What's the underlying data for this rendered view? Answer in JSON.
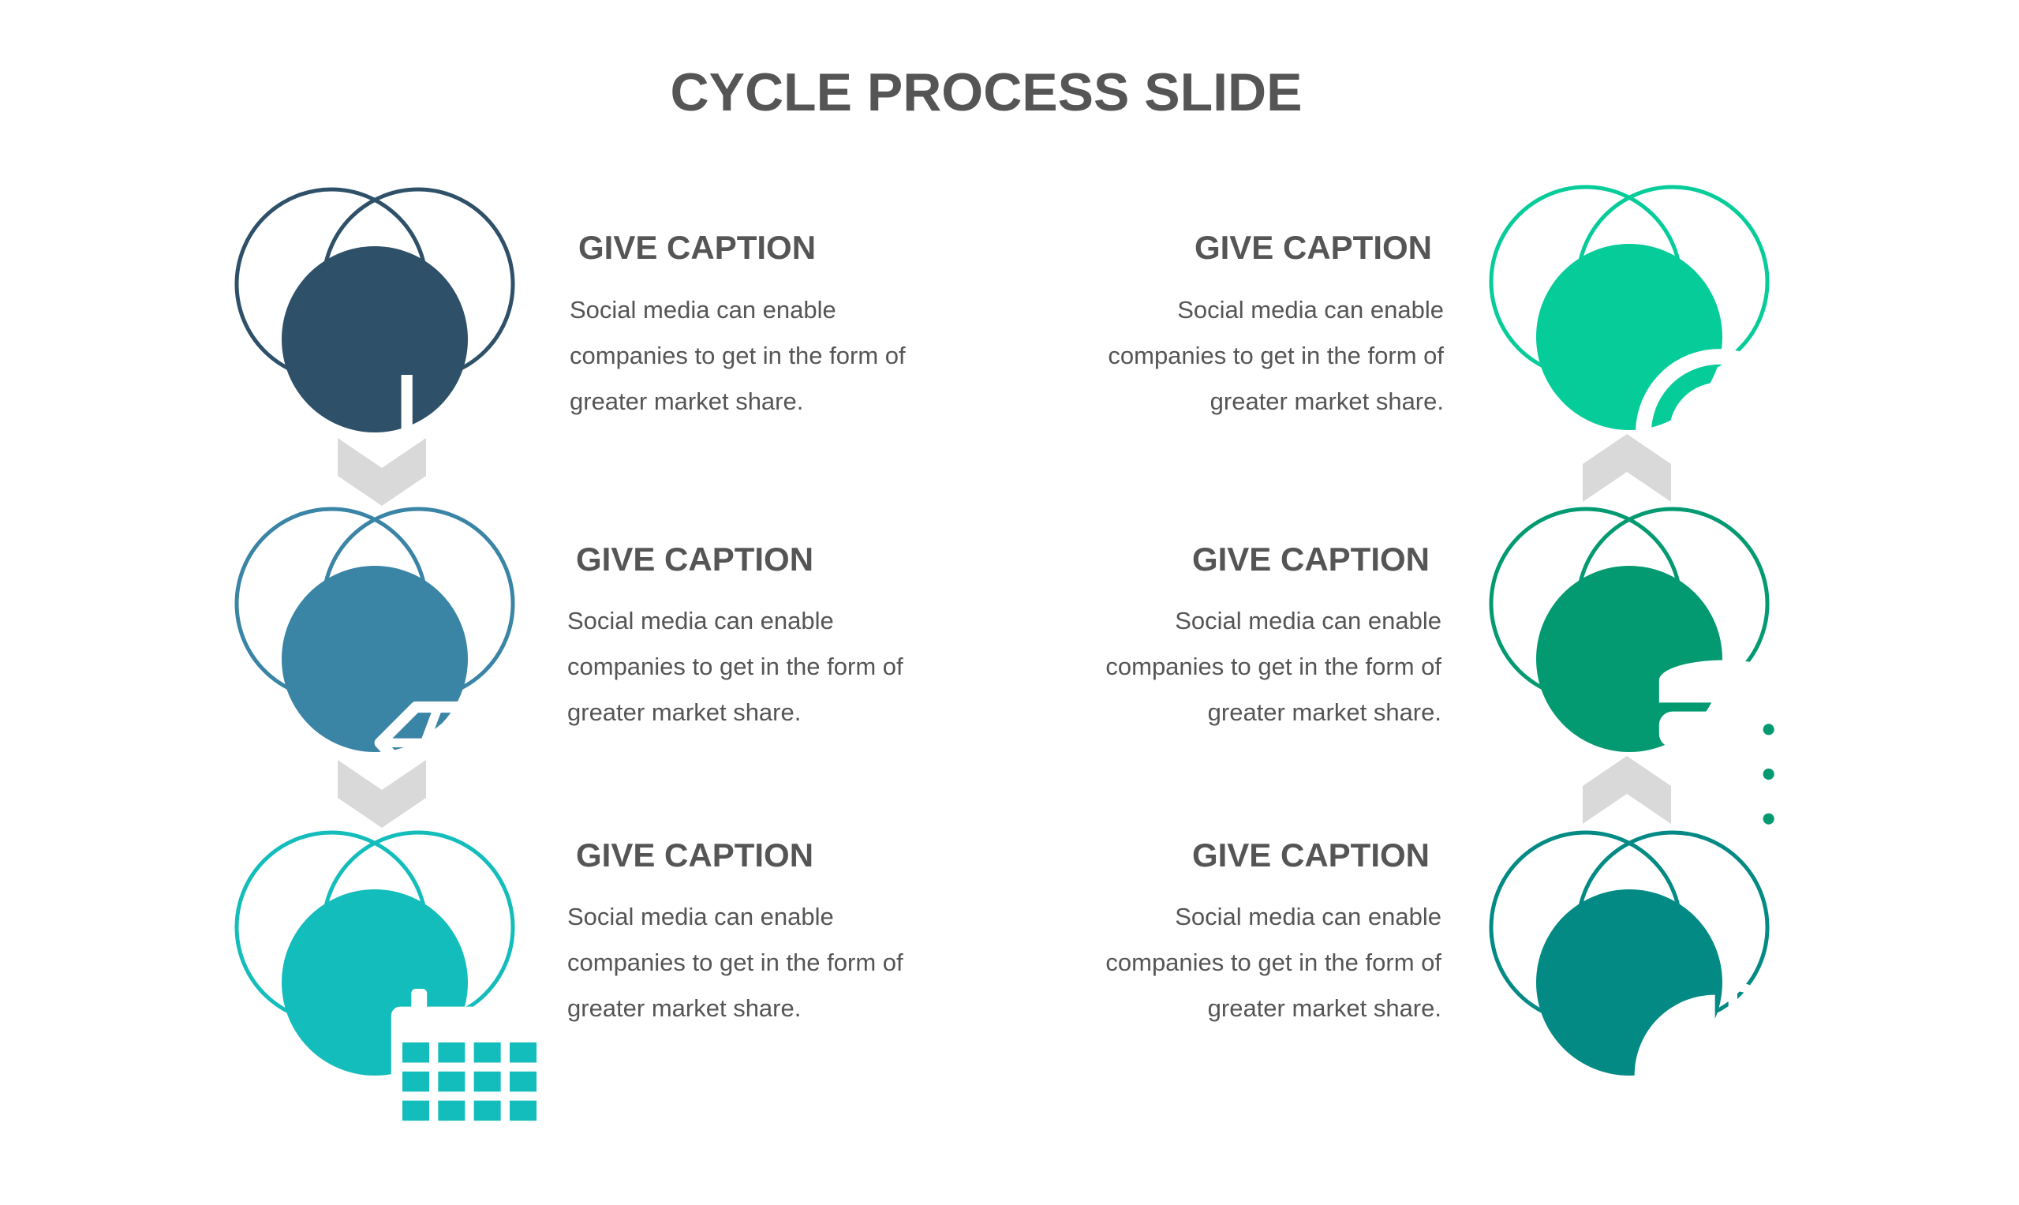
{
  "slide": {
    "title": "CYCLE PROCESS SLIDE"
  },
  "steps": [
    {
      "caption": "GIVE CAPTION",
      "line1": "Social media can enable",
      "line2": "companies to get in the form of",
      "line3": "greater market share.",
      "icon": "bar-chart-icon",
      "color": "#2E5068"
    },
    {
      "caption": "GIVE CAPTION",
      "line1": "Social media can enable",
      "line2": "companies to get in the form of",
      "line3": "greater market share.",
      "icon": "diamond-icon",
      "color": "#3A84A6"
    },
    {
      "caption": "GIVE CAPTION",
      "line1": "Social media can enable",
      "line2": "companies to get in the form of",
      "line3": "greater market share.",
      "icon": "calendar-icon",
      "color": "#13BDBB"
    },
    {
      "caption": "GIVE CAPTION",
      "line1": "Social media can enable",
      "line2": "companies to get in the form of",
      "line3": "greater market share.",
      "icon": "target-icon",
      "color": "#06CC9A"
    },
    {
      "caption": "GIVE CAPTION",
      "line1": "Social media can enable",
      "line2": "companies to get in the form of",
      "line3": "greater market share.",
      "icon": "database-icon",
      "color": "#039A72"
    },
    {
      "caption": "GIVE CAPTION",
      "line1": "Social media can enable",
      "line2": "companies to get in the form of",
      "line3": "greater market share.",
      "icon": "pie-chart-icon",
      "color": "#038A84"
    }
  ],
  "connectors": {
    "color": "#D9D9D9"
  }
}
